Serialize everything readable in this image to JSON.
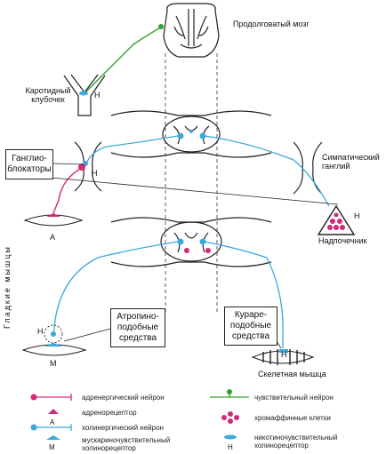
{
  "labels": {
    "medulla": "Продолговатый мозг",
    "carotid_line1": "Каротидный",
    "carotid_line2": "клубочек",
    "ganglioblockers_line1": "Ганглио-",
    "ganglioblockers_line2": "блокаторы",
    "smooth_muscle": "Гладкие мышцы",
    "sympathetic_line1": "Симпатический",
    "sympathetic_line2": "ганглий",
    "adrenal": "Надпочечник",
    "atropine_line1": "Атропино-",
    "atropine_line2": "подобные",
    "atropine_line3": "средства",
    "curare_line1": "Кураре-",
    "curare_line2": "подобные",
    "curare_line3": "средства",
    "skeletal": "Скелетная мышца"
  },
  "receptor_letters": {
    "h_carotid": "Н",
    "h_ganglion": "Н",
    "a_smooth": "А",
    "h_adrenal": "Н",
    "h_atropine": "Н",
    "m_atropine": "М",
    "h_skeletal": "Н",
    "a_legend": "А",
    "m_legend": "М",
    "h_legend": "Н"
  },
  "legend": {
    "adrenergic_neuron": "адренергический нейрон",
    "adrenoreceptor": "адренорецептор",
    "cholinergic_neuron": "холинергический нейрон",
    "muscarinic_line1": "мускариночувствительный",
    "muscarinic_line2": "холинорецептор",
    "sensory_neuron": "чувствительный нейрон",
    "chromaffin": "хромаффинные клетки",
    "nicotinic_line1": "никотиночувствительный",
    "nicotinic_line2": "холинорецептор"
  },
  "colors": {
    "cholinergic": "#3aa9dc",
    "adrenergic": "#d5287a",
    "sensory": "#2fa12f",
    "outline": "#222222"
  }
}
